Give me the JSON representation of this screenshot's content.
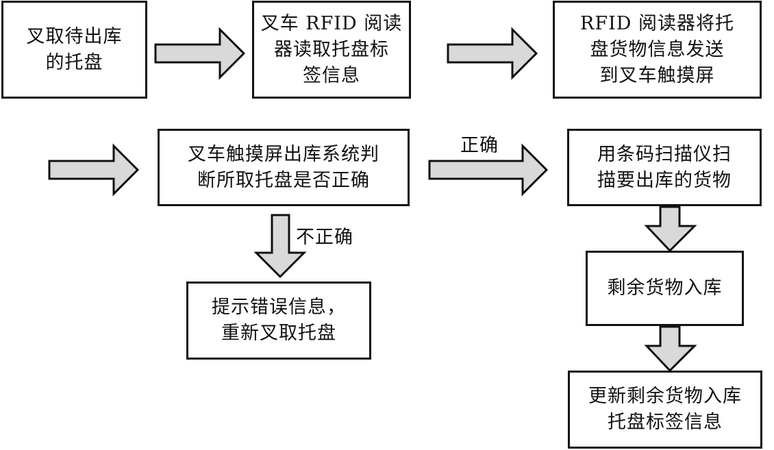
{
  "diagram": {
    "nodes": {
      "pick_pallet": {
        "lines": [
          "叉取待出库",
          "的托盘"
        ]
      },
      "rfid_read": {
        "lines": [
          "叉车 RFID 阅读",
          "器读取托盘标",
          "签信息"
        ]
      },
      "rfid_send": {
        "lines": [
          "RFID 阅读器将托",
          "盘货物信息发送",
          "到叉车触摸屏"
        ]
      },
      "judge": {
        "lines": [
          "叉车触摸屏出库系统判",
          "断所取托盘是否正确"
        ]
      },
      "scan": {
        "lines": [
          "用条码扫描仪扫",
          "描要出库的货物"
        ]
      },
      "error": {
        "lines": [
          "提示错误信息，",
          "重新叉取托盘"
        ]
      },
      "restock": {
        "lines": [
          "剩余货物入库"
        ]
      },
      "update_tag": {
        "lines": [
          "更新剩余货物入库",
          "托盘标签信息"
        ]
      }
    },
    "edge_labels": {
      "correct": "正确",
      "incorrect": "不正确"
    },
    "colors": {
      "arrow_fill": "#d9d9d9",
      "stroke": "#111111",
      "background": "#ffffff"
    }
  }
}
